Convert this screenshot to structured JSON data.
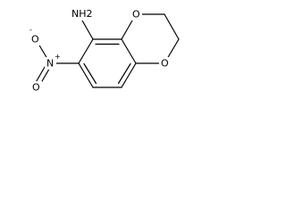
{
  "molecule": {
    "atoms": {
      "amine": {
        "element": "N",
        "hydrogens": "H2"
      },
      "ring_oxygen_top": {
        "element": "O"
      },
      "ring_oxygen_bottom": {
        "element": "O"
      },
      "nitro_nitrogen": {
        "element": "N",
        "charge": "+"
      },
      "nitro_oxygen_minus": {
        "element": "O",
        "charge": "-"
      },
      "nitro_oxygen_double": {
        "element": "O"
      }
    }
  }
}
